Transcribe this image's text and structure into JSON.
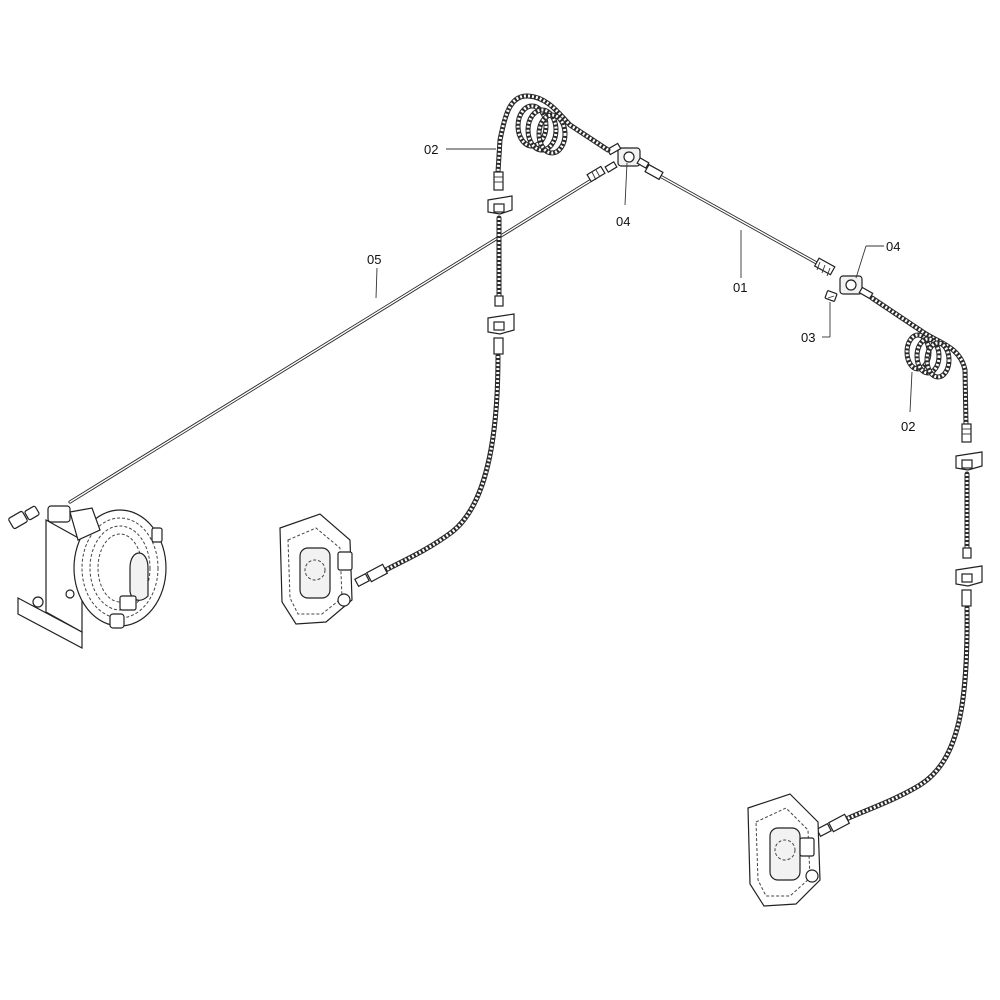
{
  "callouts": {
    "c01": "01",
    "c02_left": "02",
    "c02_right": "02",
    "c03": "03",
    "c04_left": "04",
    "c04_right": "04",
    "c05": "05"
  }
}
